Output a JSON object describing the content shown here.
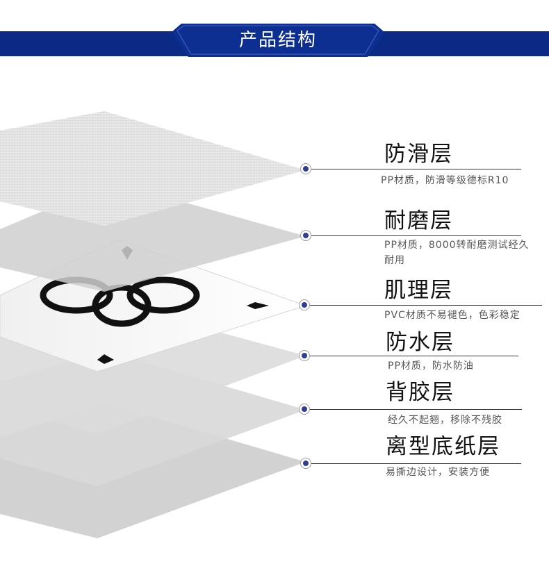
{
  "header": {
    "title": "产品结构",
    "bar_color": "#0a2a86"
  },
  "layers": [
    {
      "icon": "bullet-dot-icon",
      "title": "防滑层",
      "desc": "PP材质，防滑等级德标R10"
    },
    {
      "icon": "bullet-dot-icon",
      "title": "耐磨层",
      "desc": "PP材质，8000转耐磨测试经久耐用"
    },
    {
      "icon": "bullet-dot-icon",
      "title": "肌理层",
      "desc": "PVC材质不易褪色，色彩稳定"
    },
    {
      "icon": "bullet-dot-icon",
      "title": "防水层",
      "desc": "PP材质，防水防油"
    },
    {
      "icon": "bullet-dot-icon",
      "title": "背胶层",
      "desc": "经久不起翘，移除不残胶"
    },
    {
      "icon": "bullet-dot-icon",
      "title": "离型底纸层",
      "desc": "易撕边设计，安装方便"
    }
  ]
}
